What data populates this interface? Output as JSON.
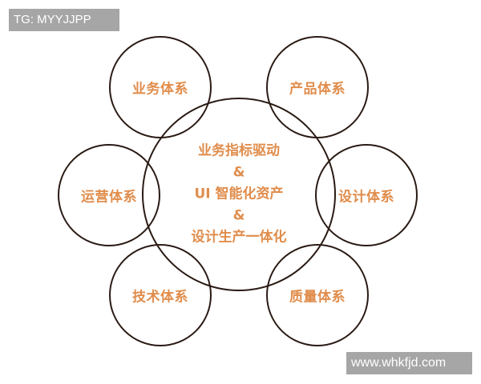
{
  "watermark_top": "TG: MYYJJPP",
  "watermark_bottom": "www.whkfjd.com",
  "colors": {
    "text_accent": "#e08d4c",
    "circle_stroke": "#2a1a14",
    "tag_bg": "#a6a6a6"
  },
  "center": {
    "lines": [
      "业务指标驱动",
      "&",
      "UI 智能化资产",
      "&",
      "设计生产一体化"
    ]
  },
  "nodes": [
    {
      "label": "业务体系"
    },
    {
      "label": "产品体系"
    },
    {
      "label": "运营体系"
    },
    {
      "label": "设计体系"
    },
    {
      "label": "技术体系"
    },
    {
      "label": "质量体系"
    }
  ]
}
